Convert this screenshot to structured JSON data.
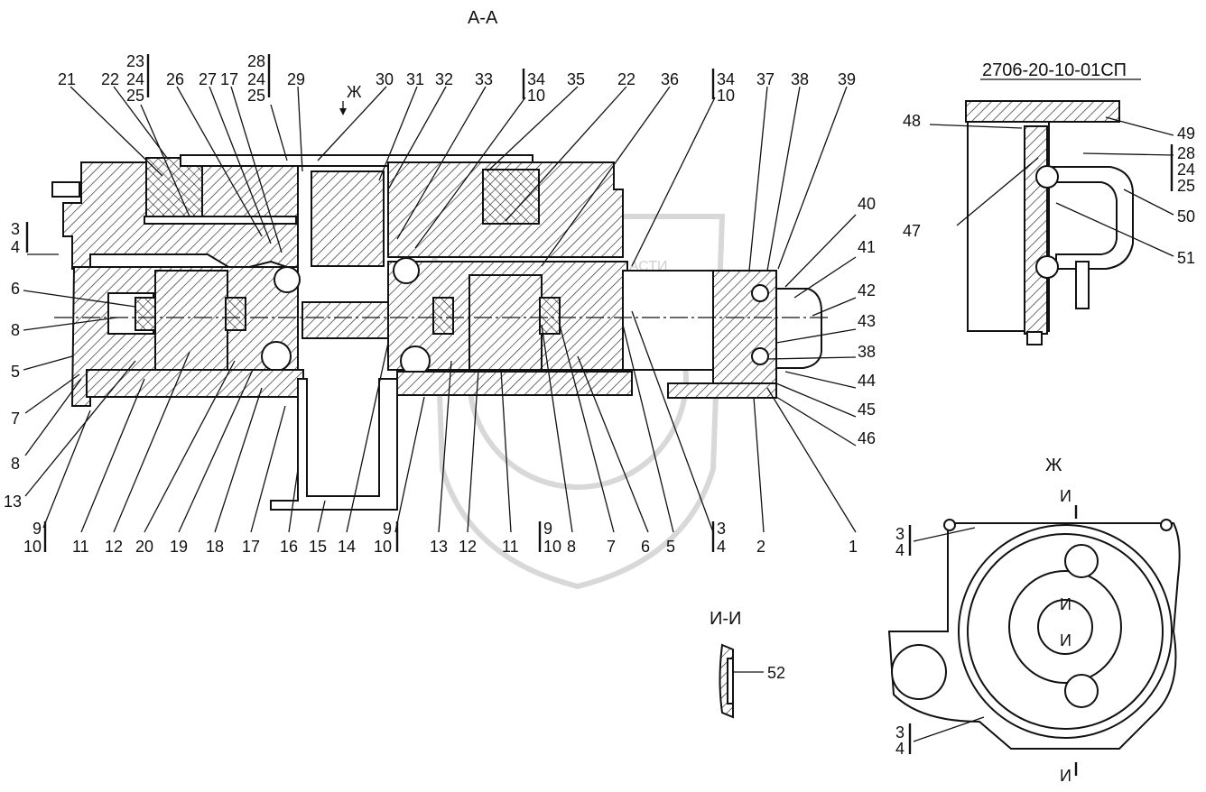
{
  "section_title": "А-А",
  "detail_title": "2706-20-10-01СП",
  "view_zh_title": "Ж",
  "section_ii_title": "И-И",
  "view_arrow_zh": "Ж",
  "cut_i": "И",
  "watermark": "ТЕХНИКА И ЗАПЧАСТИ",
  "labels": {
    "top_left": [
      {
        "id": "21",
        "text": "21"
      },
      {
        "id": "22a",
        "text": "22"
      },
      {
        "id": "g1a",
        "text": "23"
      },
      {
        "id": "g1b",
        "text": "24"
      },
      {
        "id": "g1c",
        "text": "25"
      },
      {
        "id": "26",
        "text": "26"
      },
      {
        "id": "27",
        "text": "27"
      },
      {
        "id": "17t",
        "text": "17"
      },
      {
        "id": "g2a",
        "text": "28"
      },
      {
        "id": "g2b",
        "text": "24"
      },
      {
        "id": "g2c",
        "text": "25"
      },
      {
        "id": "29",
        "text": "29"
      },
      {
        "id": "30",
        "text": "30"
      },
      {
        "id": "31",
        "text": "31"
      },
      {
        "id": "32",
        "text": "32"
      },
      {
        "id": "33",
        "text": "33"
      },
      {
        "id": "g3a",
        "text": "34"
      },
      {
        "id": "g3b",
        "text": "10"
      },
      {
        "id": "35",
        "text": "35"
      },
      {
        "id": "22b",
        "text": "22"
      },
      {
        "id": "36",
        "text": "36"
      },
      {
        "id": "g4a",
        "text": "34"
      },
      {
        "id": "g4b",
        "text": "10"
      },
      {
        "id": "37",
        "text": "37"
      },
      {
        "id": "38t",
        "text": "38"
      },
      {
        "id": "39",
        "text": "39"
      }
    ],
    "left": [
      {
        "id": "l3",
        "text": "3"
      },
      {
        "id": "l4",
        "text": "4"
      },
      {
        "id": "l6",
        "text": "6"
      },
      {
        "id": "l8a",
        "text": "8"
      },
      {
        "id": "l5",
        "text": "5"
      },
      {
        "id": "l7",
        "text": "7"
      },
      {
        "id": "l8b",
        "text": "8"
      },
      {
        "id": "l13",
        "text": "13"
      }
    ],
    "bottom": [
      {
        "id": "b9a",
        "text": "9"
      },
      {
        "id": "b10a",
        "text": "10"
      },
      {
        "id": "b11",
        "text": "11"
      },
      {
        "id": "b12",
        "text": "12"
      },
      {
        "id": "b20",
        "text": "20"
      },
      {
        "id": "b19",
        "text": "19"
      },
      {
        "id": "b18",
        "text": "18"
      },
      {
        "id": "b17",
        "text": "17"
      },
      {
        "id": "b16",
        "text": "16"
      },
      {
        "id": "b15",
        "text": "15"
      },
      {
        "id": "b14",
        "text": "14"
      },
      {
        "id": "b9b",
        "text": "9"
      },
      {
        "id": "b10b",
        "text": "10"
      },
      {
        "id": "b13",
        "text": "13"
      },
      {
        "id": "b12b",
        "text": "12"
      },
      {
        "id": "b11b",
        "text": "11"
      },
      {
        "id": "b9c",
        "text": "9"
      },
      {
        "id": "b10c",
        "text": "10"
      },
      {
        "id": "b8",
        "text": "8"
      },
      {
        "id": "b7",
        "text": "7"
      },
      {
        "id": "b6",
        "text": "6"
      },
      {
        "id": "b5",
        "text": "5"
      },
      {
        "id": "b3",
        "text": "3"
      },
      {
        "id": "b4",
        "text": "4"
      },
      {
        "id": "b2",
        "text": "2"
      },
      {
        "id": "b1",
        "text": "1"
      }
    ],
    "right": [
      {
        "id": "r40",
        "text": "40"
      },
      {
        "id": "r41",
        "text": "41"
      },
      {
        "id": "r42",
        "text": "42"
      },
      {
        "id": "r43",
        "text": "43"
      },
      {
        "id": "r38",
        "text": "38"
      },
      {
        "id": "r44",
        "text": "44"
      },
      {
        "id": "r45",
        "text": "45"
      },
      {
        "id": "r46",
        "text": "46"
      }
    ],
    "detail": [
      {
        "id": "d48",
        "text": "48"
      },
      {
        "id": "d49",
        "text": "49"
      },
      {
        "id": "d28",
        "text": "28"
      },
      {
        "id": "d24",
        "text": "24"
      },
      {
        "id": "d25",
        "text": "25"
      },
      {
        "id": "d47",
        "text": "47"
      },
      {
        "id": "d50",
        "text": "50"
      },
      {
        "id": "d51",
        "text": "51"
      }
    ],
    "view_zh": [
      {
        "id": "v3a",
        "text": "3"
      },
      {
        "id": "v4a",
        "text": "4"
      },
      {
        "id": "v3b",
        "text": "3"
      },
      {
        "id": "v4b",
        "text": "4"
      }
    ],
    "section_ii": [
      {
        "id": "s52",
        "text": "52"
      }
    ]
  }
}
